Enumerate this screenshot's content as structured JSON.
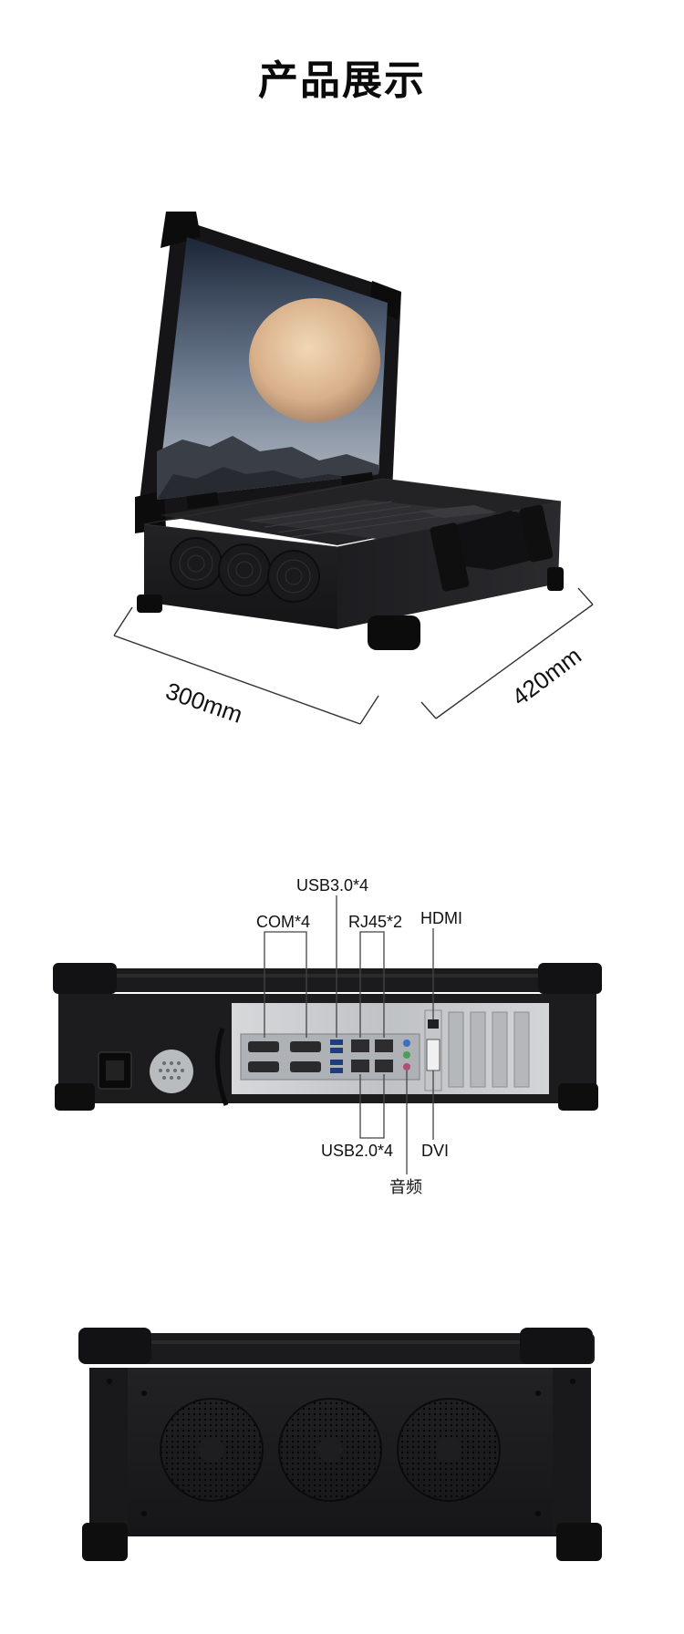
{
  "page": {
    "title": "产品展示"
  },
  "dimensions": {
    "width_label": "300mm",
    "depth_label": "420mm"
  },
  "ports": {
    "usb3": "USB3.0*4",
    "com": "COM*4",
    "rj45": "RJ45*2",
    "hdmi": "HDMI",
    "usb2": "USB2.0*4",
    "dvi": "DVI",
    "audio": "音频"
  },
  "colors": {
    "chassis": "#1b1b1d",
    "chassis_edge": "#2c2c2f",
    "panel_metal": "#c9cccf",
    "sky_top": "#1e2a3c",
    "moon": "#e7c9a4",
    "line": "#333333"
  }
}
